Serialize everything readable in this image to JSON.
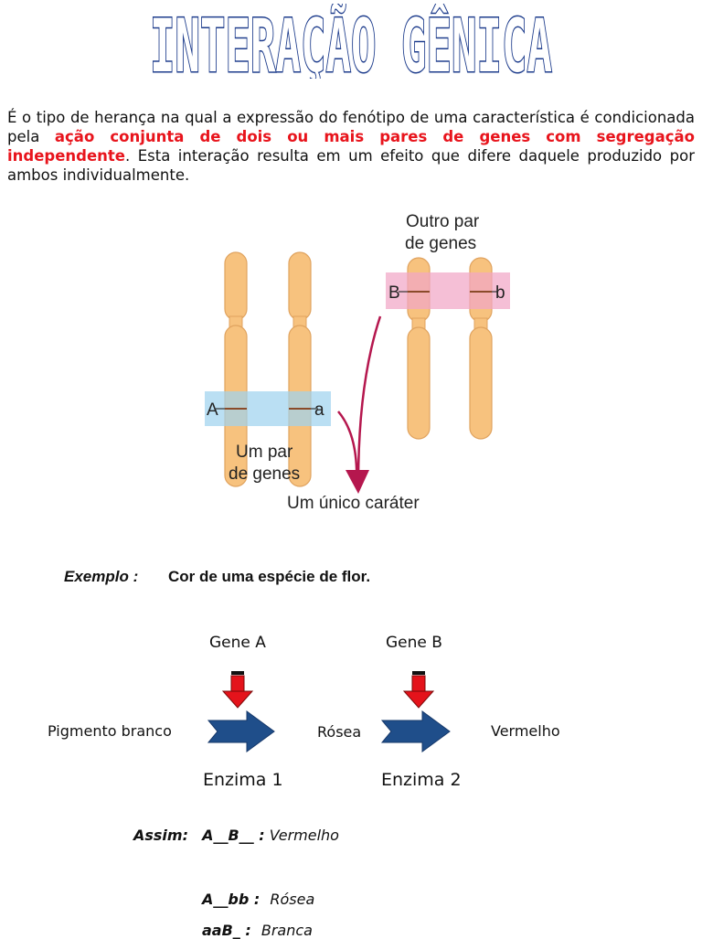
{
  "title": "INTERAÇÃO GÊNICA",
  "intro": {
    "part1": "É o tipo de herança na qual a expressão do fenótipo de uma característica é condicionada pela ",
    "highlight": "ação conjunta de dois ou mais pares de genes com segregação independente",
    "part2": ". Esta interação resulta em um efeito que difere daquele produzido por ambos individualmente."
  },
  "figure": {
    "label_pair1_line1": "Um par",
    "label_pair1_line2": "de genes",
    "label_pair2_line1": "Outro par",
    "label_pair2_line2": "de genes",
    "label_result": "Um único caráter",
    "allele_A": "A",
    "allele_a": "a",
    "allele_B": "B",
    "allele_b": "b",
    "colors": {
      "chromosome": "#f7c27e",
      "band_blue": "#9fd3ee",
      "band_pink": "#f1a6c6",
      "arrow": "#b5174e"
    }
  },
  "example": {
    "label": "Exemplo :",
    "text": "Cor de uma espécie de flor."
  },
  "pathway": {
    "gene_a": "Gene A",
    "gene_b": "Gene B",
    "substrate": "Pigmento branco",
    "intermediate": "Rósea",
    "product": "Vermelho",
    "enzyme1": "Enzima 1",
    "enzyme2": "Enzima 2",
    "colors": {
      "gene_arrow": "#e4131b",
      "process_arrow": "#1f4e8a"
    }
  },
  "rules": {
    "lead": "Assim:",
    "r1_genotype": "A__B__ :",
    "r1_phenotype": "Vermelho",
    "r2_genotype": "A__bb :",
    "r2_phenotype": "Rósea",
    "r3_genotype": "aaB_ :",
    "r3_phenotype": "Branca"
  }
}
